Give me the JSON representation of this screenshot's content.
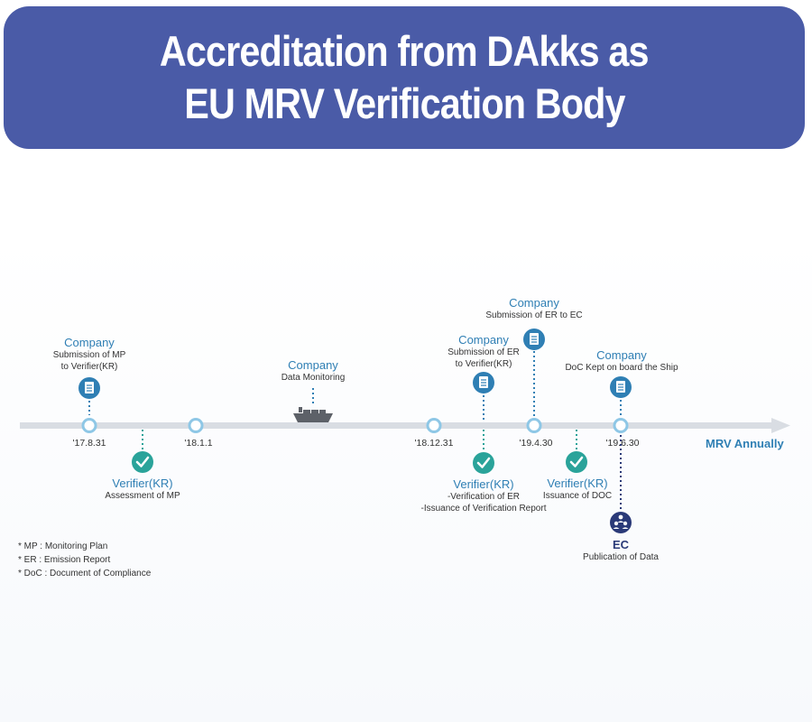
{
  "title": {
    "line1": "Accreditation from DAkks as",
    "line2": "EU MRV Verification Body"
  },
  "timeline": {
    "dates": {
      "d1": "'17.8.31",
      "d2": "'18.1.1",
      "d3": "'18.12.31",
      "d4": "'19.4.30",
      "d5": "'19.6.30"
    },
    "end_label": "MRV Annually",
    "events": {
      "company_mp": {
        "role": "Company",
        "line1": "Submission of MP",
        "line2": "to Verifier(KR)"
      },
      "company_monitoring": {
        "role": "Company",
        "line1": "Data Monitoring"
      },
      "company_er_verifier": {
        "role": "Company",
        "line1": "Submission of ER",
        "line2": "to Verifier(KR)"
      },
      "company_er_ec": {
        "role": "Company",
        "line1": "Submission of ER to EC"
      },
      "company_doc": {
        "role": "Company",
        "line1": "DoC Kept on board the Ship"
      },
      "verifier_mp": {
        "role": "Verifier(KR)",
        "line1": "Assessment of MP"
      },
      "verifier_er": {
        "role": "Verifier(KR)",
        "line1": "-Verification of ER",
        "line2": "-Issuance of Verification Report"
      },
      "verifier_doc": {
        "role": "Verifier(KR)",
        "line1": "Issuance of DOC"
      },
      "ec": {
        "role": "EC",
        "line1": "Publication of Data"
      }
    }
  },
  "legend": [
    "* MP : Monitoring Plan",
    "* ER : Emission Report",
    "* DoC : Document of Compliance"
  ],
  "colors": {
    "banner": "#4a5ba7",
    "company": "#2f7fb4",
    "verifier_check": "#2aa39a",
    "ec": "#2a3a78",
    "axis": "#d9dde3"
  }
}
